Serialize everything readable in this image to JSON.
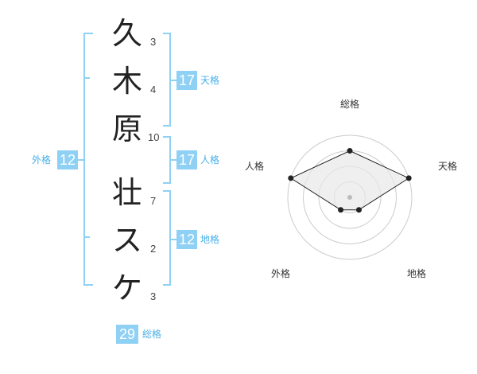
{
  "name": {
    "characters": [
      {
        "char": "久",
        "strokes": "3"
      },
      {
        "char": "木",
        "strokes": "4"
      },
      {
        "char": "原",
        "strokes": "10"
      },
      {
        "char": "壮",
        "strokes": "7"
      },
      {
        "char": "ス",
        "strokes": "2"
      },
      {
        "char": "ケ",
        "strokes": "3"
      }
    ]
  },
  "fortunes": {
    "tenkaku": {
      "value": "17",
      "label": "天格"
    },
    "jinkaku": {
      "value": "17",
      "label": "人格"
    },
    "chikaku": {
      "value": "12",
      "label": "地格"
    },
    "gaikaku": {
      "value": "12",
      "label": "外格"
    },
    "soukaku": {
      "value": "29",
      "label": "総格"
    }
  },
  "radar": {
    "axes": [
      "総格",
      "天格",
      "地格",
      "外格",
      "人格"
    ],
    "levels": 4,
    "scores": [
      0.75,
      1.0,
      0.25,
      0.25,
      1.0
    ],
    "line_color": "#222222",
    "fill_color": "#e8e8e8",
    "ring_color": "#cccccc",
    "center_color": "#bbbbbb"
  },
  "colors": {
    "accent": "#8fd0f5",
    "accent_text": "#4ab0e8"
  }
}
